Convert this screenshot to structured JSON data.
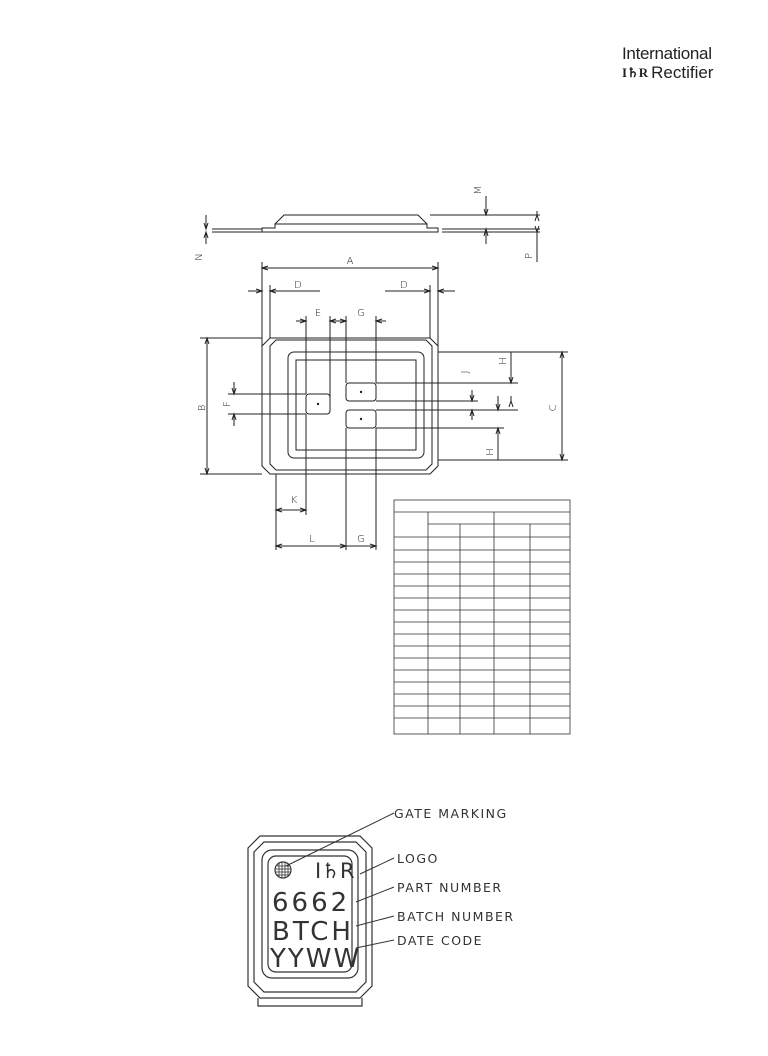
{
  "header": {
    "company_line1": "International",
    "company_mark": "I♄R",
    "company_line2": "Rectifier"
  },
  "outline_drawing": {
    "dimension_labels": {
      "A": "A",
      "B": "B",
      "C": "C",
      "D_left": "D",
      "D_right": "D",
      "E": "E",
      "F": "F",
      "G_top": "G",
      "G_bottom": "G",
      "H_top": "H",
      "H_bottom": "H",
      "J": "J",
      "K": "K",
      "L": "L",
      "M": "M",
      "N": "N",
      "P": "P"
    }
  },
  "dimension_table": {
    "rows": 17,
    "columns": 5
  },
  "marking": {
    "logo_text": "I♄R",
    "part_number": "6662",
    "batch": "BTCH",
    "date": "YYWW",
    "callouts": {
      "gate_marking": "GATE MARKING",
      "logo": "LOGO",
      "part_number": "PART NUMBER",
      "batch_number": "BATCH NUMBER",
      "date_code": "DATE CODE"
    }
  }
}
